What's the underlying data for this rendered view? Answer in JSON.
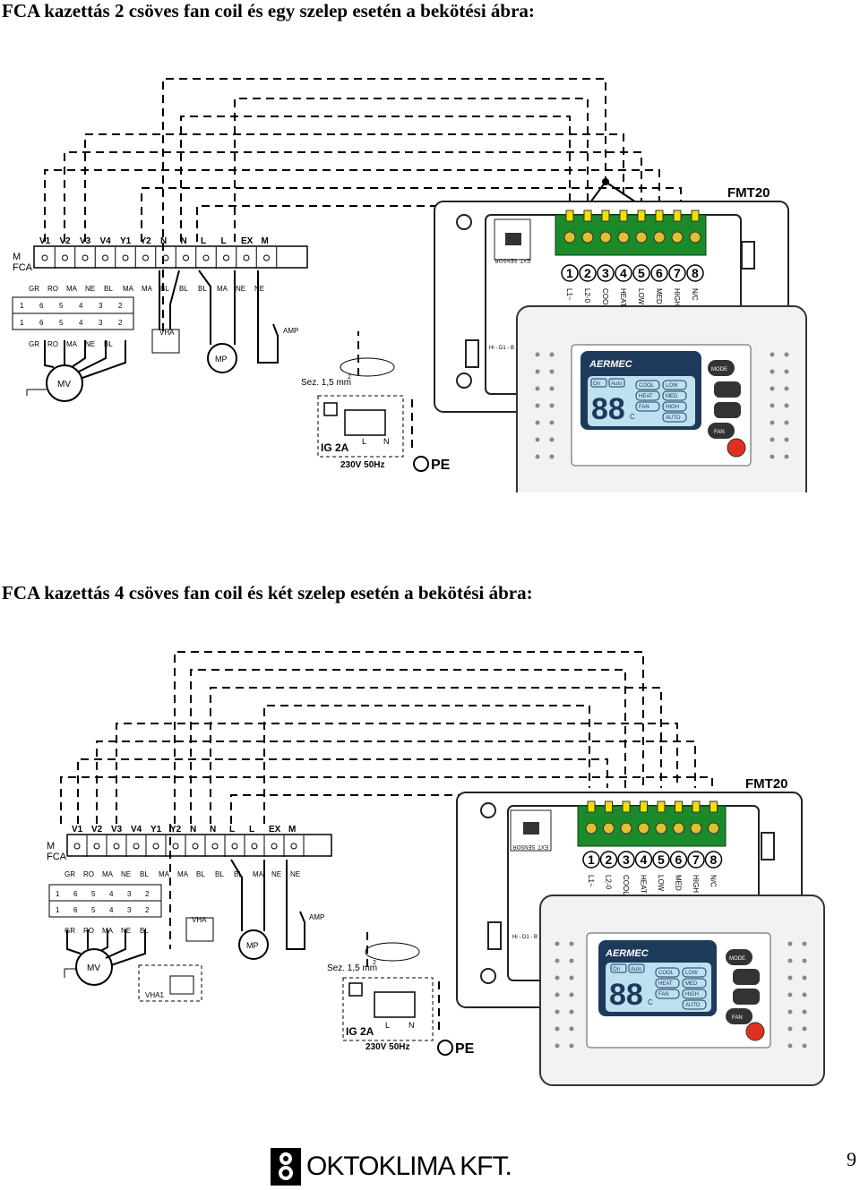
{
  "headings": {
    "top": "FCA kazettás 2 csöves fan coil és egy szelep esetén a bekötési ábra:",
    "bottom": "FCA kazettás 4 csöves fan coil és két szelep esetén a bekötési ábra:"
  },
  "diagram": {
    "unit_terminals": [
      "V1",
      "V2",
      "V3",
      "V4",
      "Y1",
      "Y2",
      "N",
      "N",
      "L",
      "L",
      "EX",
      "M"
    ],
    "unit_label_line1": "M",
    "unit_label_line2": "FCA",
    "wire_colors_top": [
      "GR",
      "RO",
      "MA",
      "NE",
      "BL",
      "MA",
      "MA",
      "BL",
      "BL",
      "BL",
      "MA",
      "NE",
      "NE"
    ],
    "wire_colors_bottom": [
      "GR",
      "RO",
      "MA",
      "NE",
      "BL"
    ],
    "terminal_row1": [
      "1",
      "6",
      "5",
      "4",
      "3",
      "2"
    ],
    "terminal_row2": [
      "1",
      "6",
      "5",
      "4",
      "3",
      "2"
    ],
    "motor": "MV",
    "pump": "MP",
    "valve": "VHA",
    "valve2": "VHA1",
    "amp": "AMP",
    "cable": "Sez. 1,5 mm",
    "cable_sup": "2",
    "breaker": "IG 2A",
    "supply": "230V 50Hz",
    "l_label": "L",
    "n_label": "N",
    "pe": "PE"
  },
  "controller": {
    "model": "FMT20",
    "terminal_numbers": [
      "1",
      "2",
      "3",
      "4",
      "5",
      "6",
      "7",
      "8"
    ],
    "terminal_names": [
      "L1~",
      "L2-0",
      "COOL",
      "HEAT",
      "LOW",
      "MED",
      "HIGH",
      "N/C"
    ],
    "sensor": "EXT. SENSOR",
    "brand": "AERMEC",
    "display_digits": "88",
    "display_unit": "C",
    "modes": [
      "On",
      "Auto"
    ],
    "lcd_labels": [
      "COOL",
      "HEAT",
      "FAN",
      "LOW",
      "MED",
      "HIGH",
      "AUTO"
    ],
    "buttons": [
      "MODE",
      "FAN"
    ],
    "side_label": "Hi - D1 - B"
  },
  "footer": {
    "logo": "OKTOKLIMA KFT.",
    "page": "9"
  }
}
